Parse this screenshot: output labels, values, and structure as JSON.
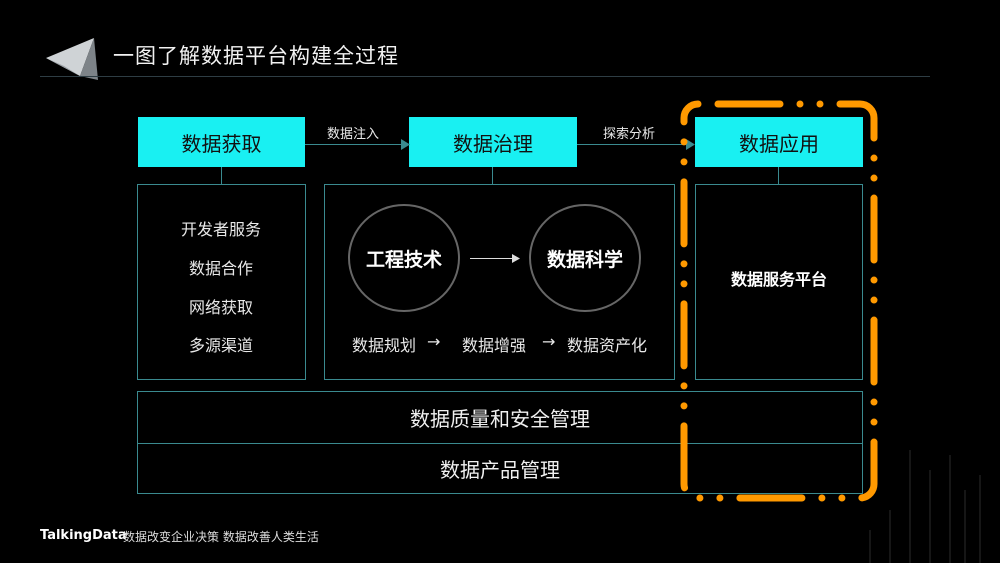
{
  "header": {
    "title": "一图了解数据平台构建全过程"
  },
  "stages": {
    "acquire": {
      "label": "数据获取",
      "items": [
        "开发者服务",
        "数据合作",
        "网络获取",
        "多源渠道"
      ]
    },
    "govern": {
      "label": "数据治理",
      "circle_left": "工程技术",
      "circle_right": "数据科学",
      "flow": [
        "数据规划",
        "数据增强",
        "数据资产化"
      ],
      "arrow": "→"
    },
    "apply": {
      "label": "数据应用",
      "platform": "数据服务平台"
    }
  },
  "arrows": {
    "inject": "数据注入",
    "explore": "探索分析"
  },
  "bottom": {
    "quality": "数据质量和安全管理",
    "product": "数据产品管理"
  },
  "footer": {
    "brand": "TalkingData",
    "slogan": "数据改变企业决策 数据改善人类生活"
  },
  "colors": {
    "accent": "#19f0f2",
    "highlight": "#ff9900",
    "border": "#3a8a8f"
  }
}
